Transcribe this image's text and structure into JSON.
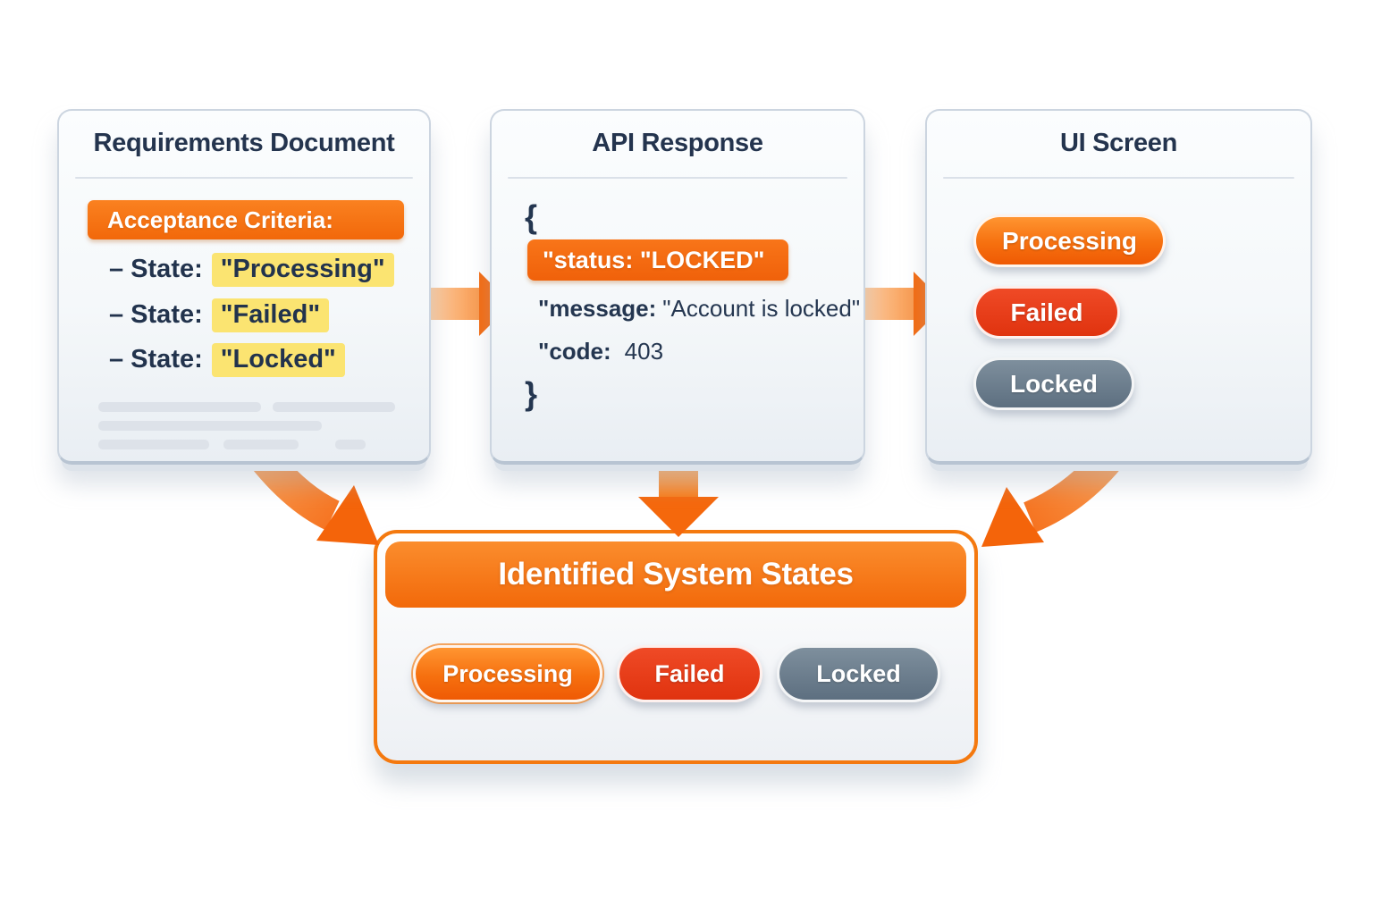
{
  "panels": {
    "requirements": {
      "title": "Requirements Document",
      "criteria_label": "Acceptance Criteria:",
      "states": [
        {
          "prefix": "– State:",
          "value": "\"Processing\""
        },
        {
          "prefix": "– State:",
          "value": "\"Failed\""
        },
        {
          "prefix": "– State:",
          "value": "\"Locked\""
        }
      ]
    },
    "api": {
      "title": "API Response",
      "open_brace": "{",
      "status_highlight": "\"status: \"LOCKED\"",
      "message_key": "\"message:",
      "message_value": "\"Account is locked\"",
      "code_key": "\"code:",
      "code_value": "403",
      "close_brace": "}"
    },
    "ui": {
      "title": "UI Screen",
      "pills": [
        {
          "label": "Processing"
        },
        {
          "label": "Failed"
        },
        {
          "label": "Locked"
        }
      ]
    }
  },
  "summary": {
    "title": "Identified System States",
    "pills": [
      {
        "label": "Processing"
      },
      {
        "label": "Failed"
      },
      {
        "label": "Locked"
      }
    ]
  },
  "colors": {
    "accent_orange": "#f2690a",
    "highlight_yellow": "#fbe471",
    "navy_text": "#24344e",
    "processing_orange": "#f6700f",
    "failed_red": "#e0330f",
    "locked_gray": "#6d7f8f"
  }
}
